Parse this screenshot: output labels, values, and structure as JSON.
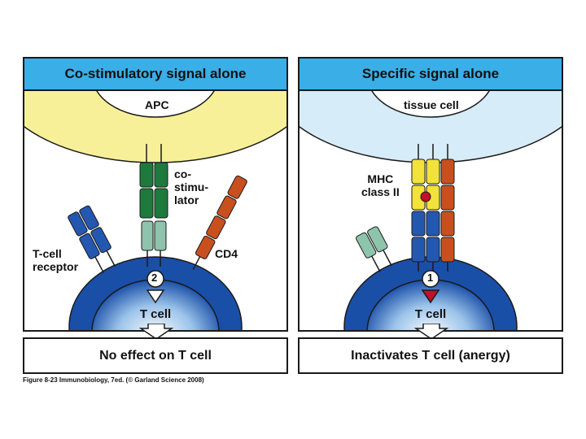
{
  "left_panel": {
    "header": "Co-stimulatory signal alone",
    "apc_label": "APC",
    "costimulator_label": "co-\nstimu-\nlator",
    "tcr_label": "T-cell\nreceptor",
    "cd4_label": "CD4",
    "signal_number": "2",
    "tcell_label": "T cell",
    "outcome": "No effect on T cell"
  },
  "right_panel": {
    "header": "Specific signal alone",
    "tissue_label": "tissue cell",
    "mhc_label": "MHC\nclass II",
    "signal_number": "1",
    "tcell_label": "T cell",
    "outcome": "Inactivates T cell (anergy)"
  },
  "caption": "Figure 8-23  Immunobiology, 7ed. (© Garland Science 2008)",
  "colors": {
    "header": "#3aaee6",
    "apc": "#f7f099",
    "tissue": "#d6ecf8",
    "tcell": "#1a4fa8",
    "costimulator_top": "#1e7a3c",
    "costimulator_bottom": "#8fc4ac",
    "tcr": "#2457b0",
    "cd4": "#c8501e",
    "mhc_alpha": "#f2e23a",
    "peptide": "#c0102a",
    "inhibit_arrow": "#c0102a"
  }
}
